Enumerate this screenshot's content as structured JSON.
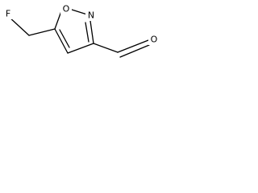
{
  "molecule": {
    "atoms": {
      "fluorine": "F",
      "ring_oxygen": "O",
      "ring_nitrogen": "N",
      "aldehyde_oxygen": "O"
    },
    "colors": {
      "bond": "#000000",
      "label": "#000000",
      "background": "#ffffff"
    }
  }
}
